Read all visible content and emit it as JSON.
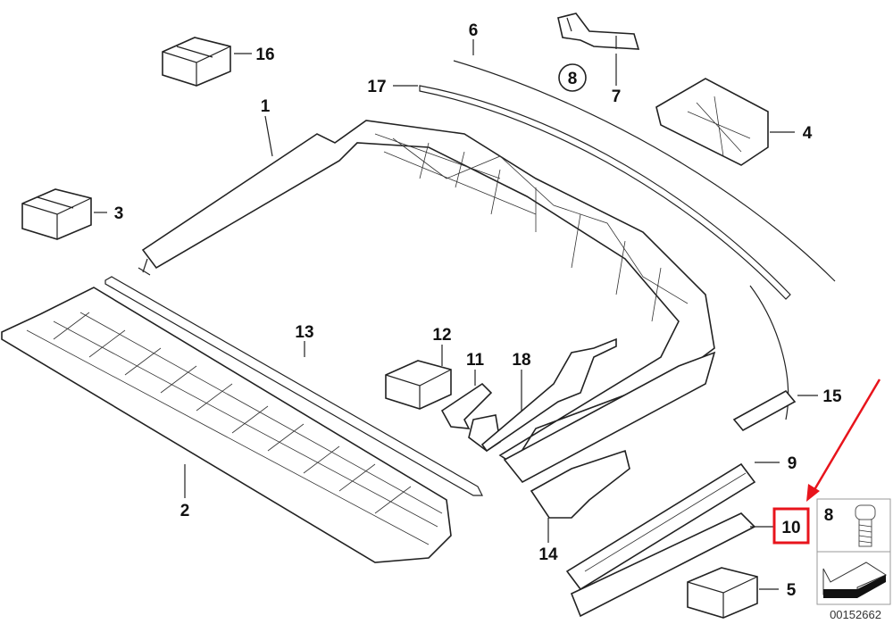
{
  "diagram": {
    "callouts": {
      "p1": "1",
      "p2": "2",
      "p3": "3",
      "p4": "4",
      "p5": "5",
      "p6": "6",
      "p7": "7",
      "p8": "8",
      "p9": "9",
      "p10": "10",
      "p11": "11",
      "p12": "12",
      "p13": "13",
      "p14": "14",
      "p15": "15",
      "p16": "16",
      "p17": "17",
      "p18": "18"
    },
    "legend_box": {
      "screw_ref": "8"
    },
    "drawing_number": "00152662",
    "highlight": {
      "callout": "10",
      "color": "#e8141c",
      "arrow_color": "#e8141c"
    }
  }
}
